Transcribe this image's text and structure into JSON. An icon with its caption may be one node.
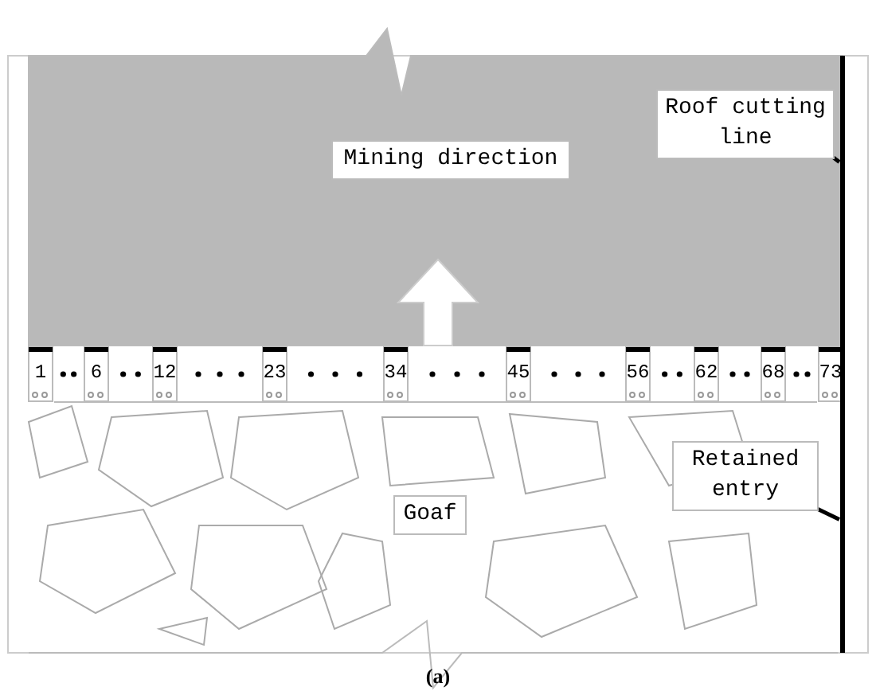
{
  "diagram": {
    "caption": "(a)",
    "nodes": [
      {
        "text": [
          "Mining direction"
        ]
      },
      {
        "text": [
          "Roof cutting line"
        ]
      },
      {
        "text": [],
        "shape": "line"
      },
      {
        "text": [
          "Goaf"
        ]
      },
      {
        "text": [
          "Retained entry"
        ]
      }
    ],
    "edges": [
      {
        "from": 1,
        "to": 2,
        "arrow": "none"
      },
      {
        "from": 4,
        "to": 2,
        "arrow": "none"
      }
    ],
    "labels": [
      "1",
      "6",
      "12",
      "23",
      "34",
      "45",
      "56",
      "62",
      "68",
      "73"
    ]
  }
}
